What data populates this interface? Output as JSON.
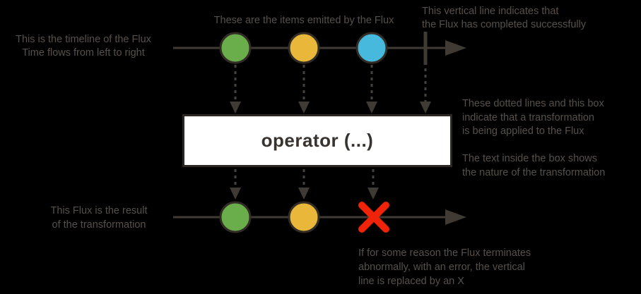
{
  "notes": {
    "timeline": "This is the timeline of the Flux\nTime flows from left to right",
    "items": "These are the items emitted by the Flux",
    "complete": "This vertical line indicates that\nthe Flux has completed successfully",
    "transform": "These dotted lines and this box\nindicate that a transformation\nis being applied to the Flux\n\nThe text inside the box shows\nthe nature of the transformation",
    "result": "This Flux is the result\nof the transformation",
    "error": "If for some reason the Flux terminates\nabnormally, with an error, the vertical\nline is replaced by an X"
  },
  "operator": {
    "label": "operator (...)"
  },
  "colors": {
    "green": "#6aae4b",
    "yellow": "#e9b73a",
    "blue": "#47b9dc",
    "error": "#ee2309"
  },
  "diagram": {
    "source_flux": {
      "marbles": [
        "green",
        "yellow",
        "blue"
      ],
      "terminal": "complete"
    },
    "result_flux": {
      "marbles": [
        "green",
        "yellow"
      ],
      "terminal": "error"
    }
  }
}
